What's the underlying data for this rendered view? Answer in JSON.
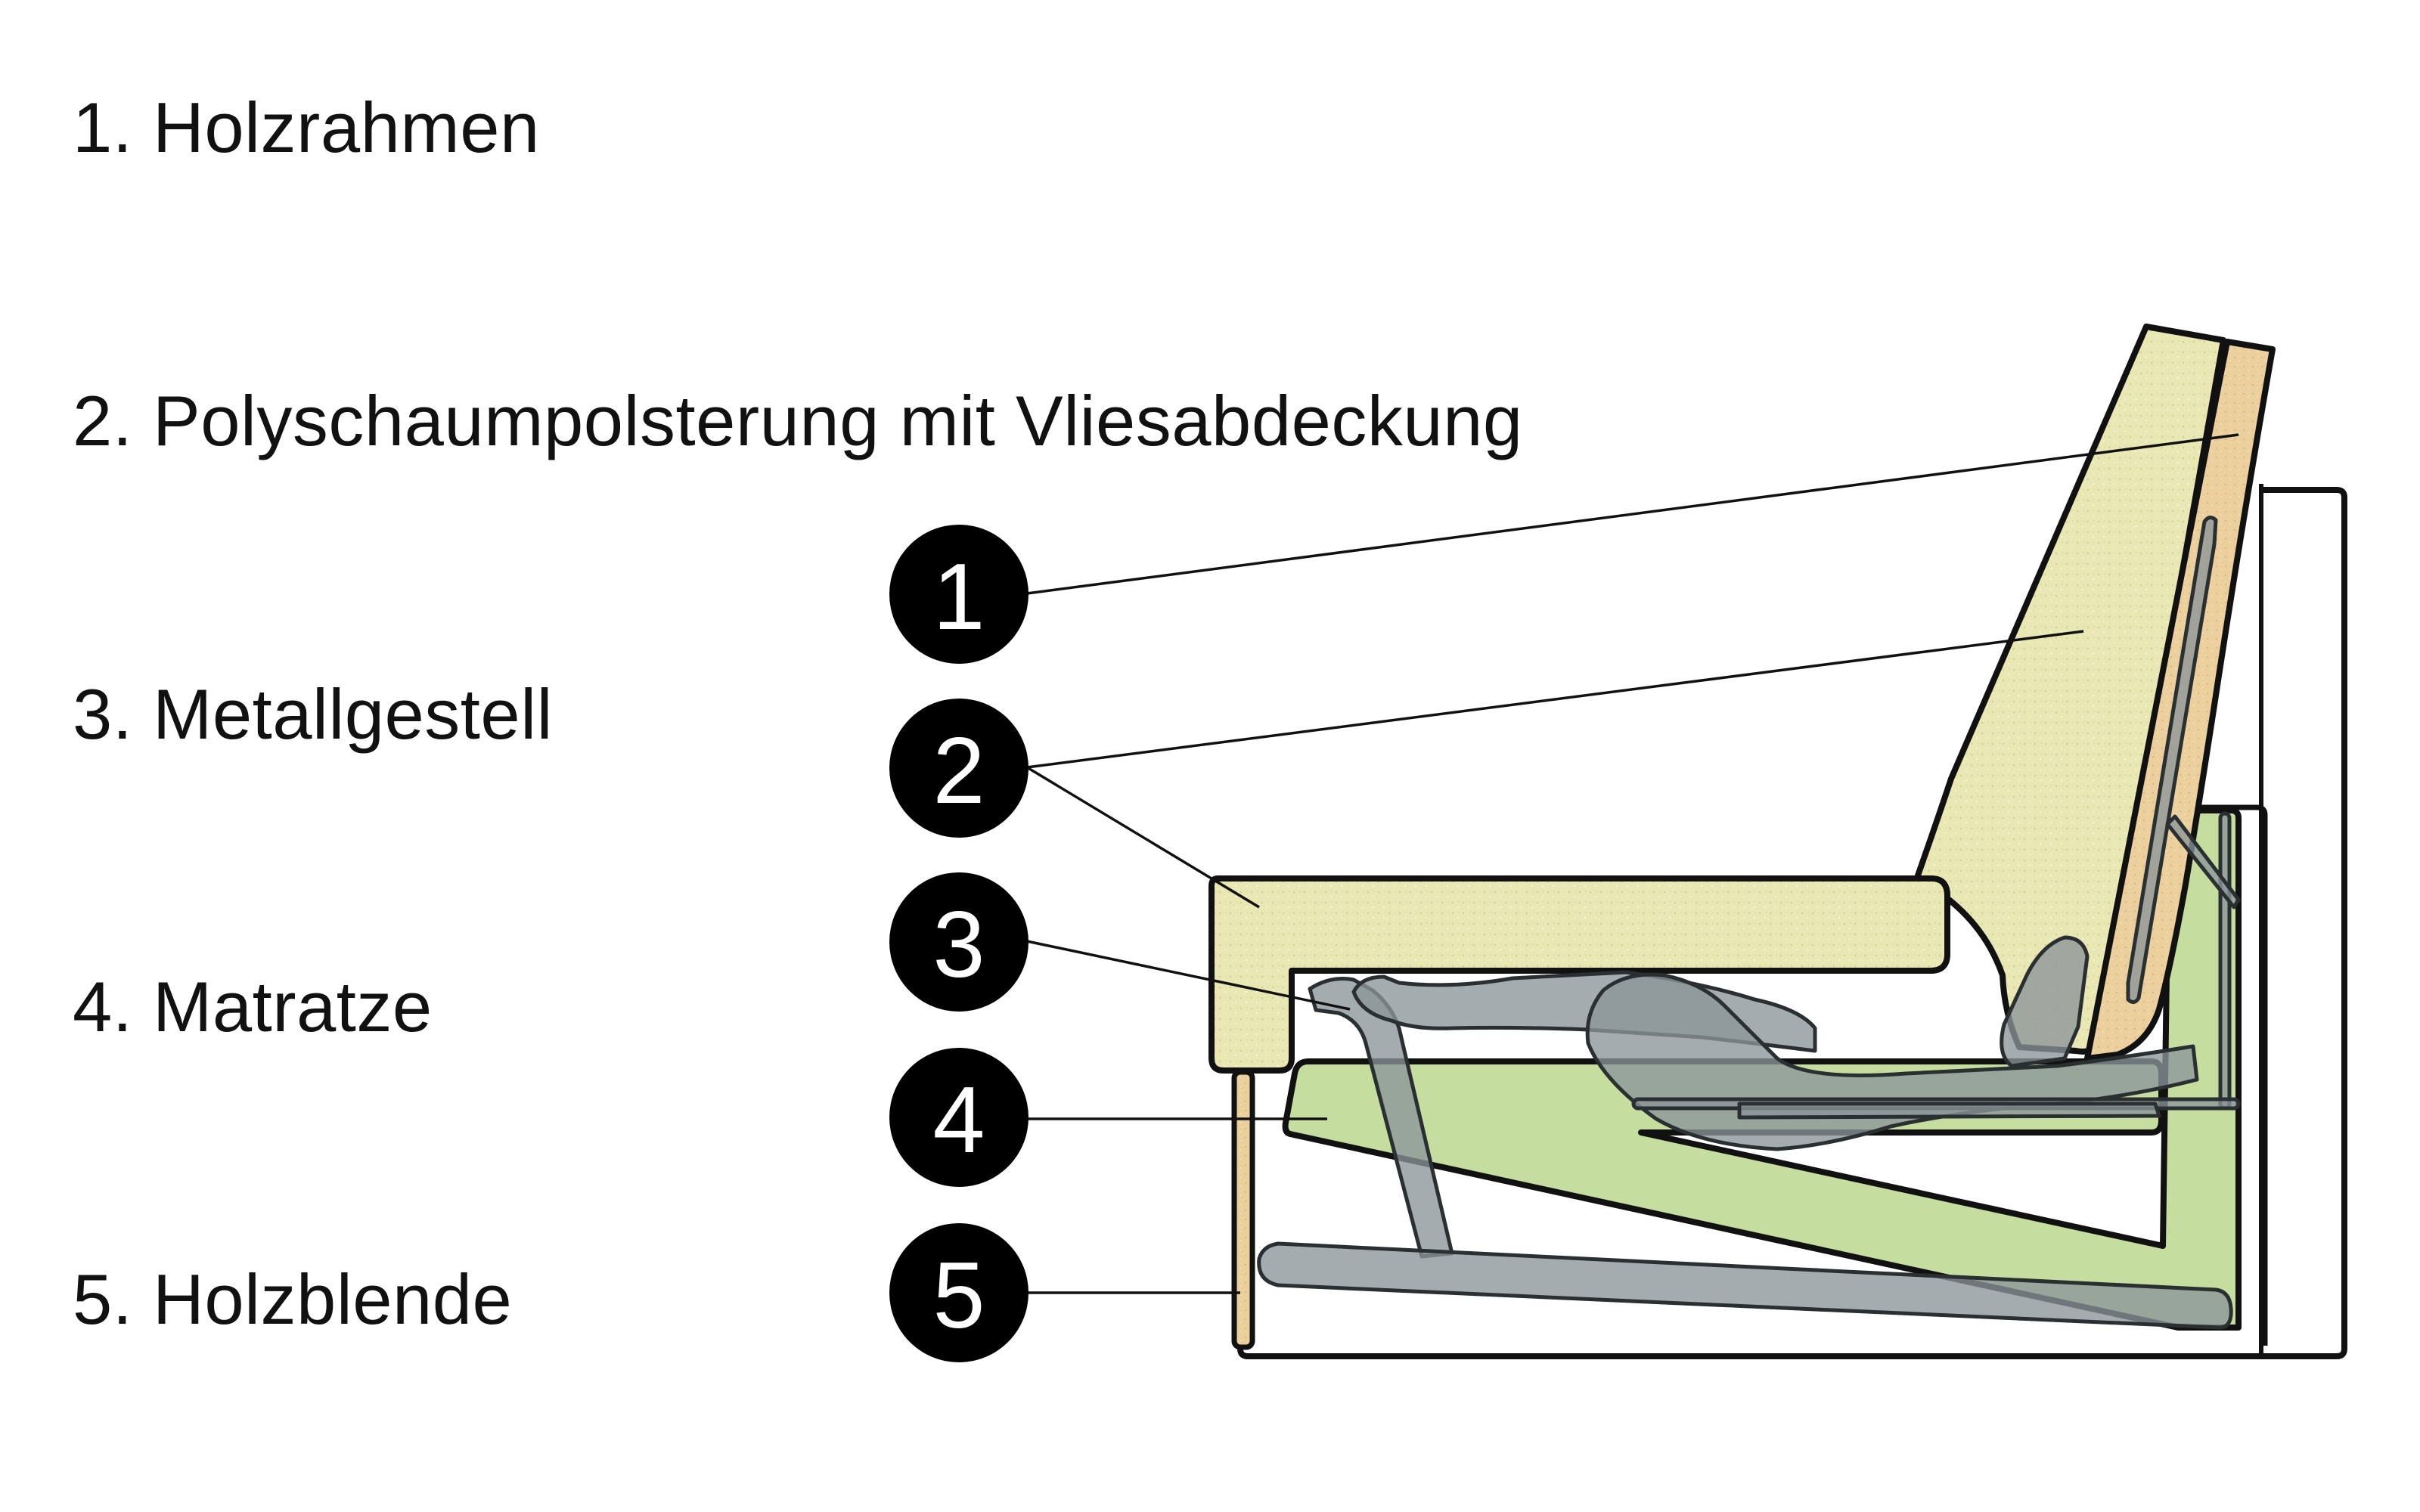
{
  "legend": [
    {
      "number": "1",
      "label": "1. Holzrahmen"
    },
    {
      "number": "2",
      "label": "2. Polyschaumpolsterung mit Vliesabdeckung"
    },
    {
      "number": "3",
      "label": "3. Metallgestell"
    },
    {
      "number": "4",
      "label": "4. Matratze"
    },
    {
      "number": "5",
      "label": "5. Holzblende"
    }
  ],
  "callouts": [
    "1",
    "2",
    "3",
    "4",
    "5"
  ],
  "colors": {
    "foam": "#e9e8b4",
    "wood": "#ebcf9c",
    "mattress": "#c5dea0",
    "metal": "#8c9598",
    "outline": "#111111",
    "callout_fill": "#000000",
    "callout_text": "#ffffff"
  }
}
